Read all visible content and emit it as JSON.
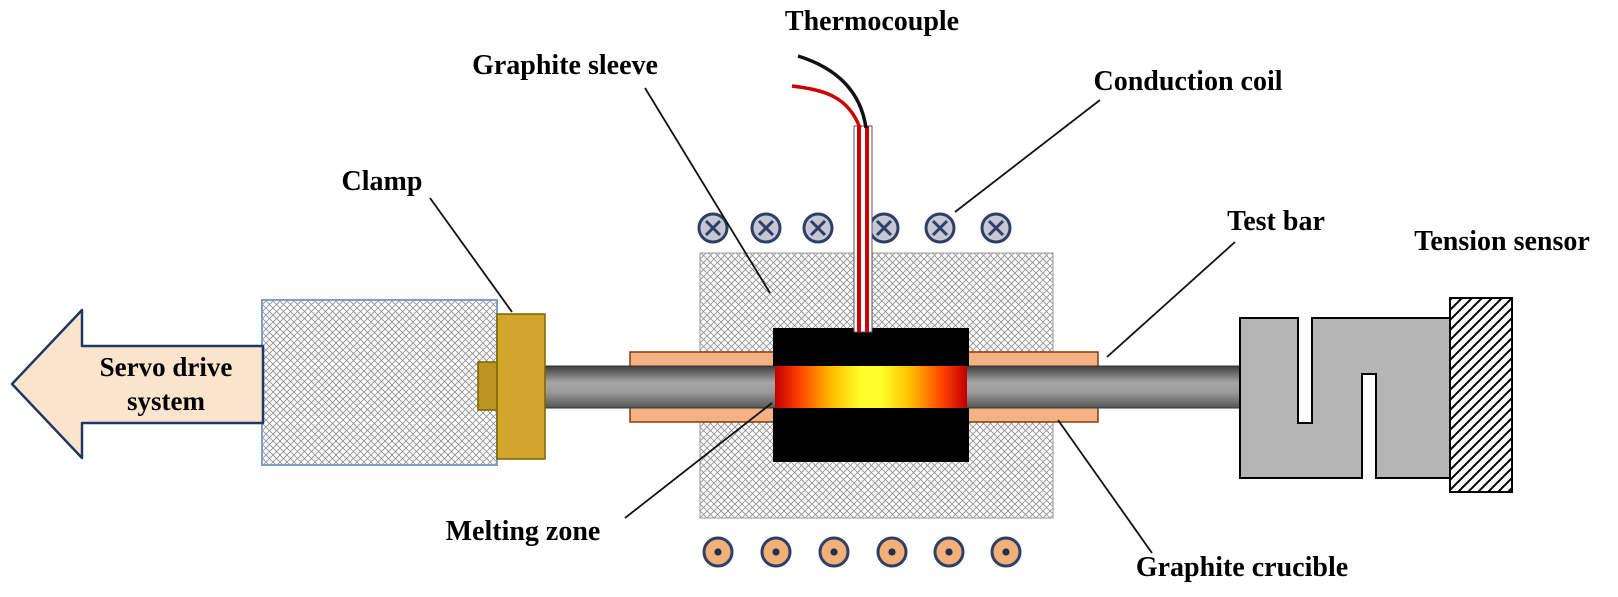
{
  "labels": {
    "thermocouple": "Thermocouple",
    "graphite_sleeve": "Graphite sleeve",
    "conduction_coil": "Conduction coil",
    "clamp": "Clamp",
    "test_bar": "Test bar",
    "tension_sensor": "Tension sensor",
    "melting_zone": "Melting zone",
    "graphite_crucible": "Graphite crucible",
    "servo_line1": "Servo drive",
    "servo_line2": "system"
  },
  "colors": {
    "arrow_fill": "#fbe4cd",
    "arrow_stroke": "#1f3864",
    "clamp_fill": "#d2a62a",
    "clamp_tab_fill": "#bd9423",
    "crucible_fill": "#f4b183",
    "crucible_stroke": "#843c0c",
    "coil_in_fill": "#c6c6d4",
    "coil_out_fill": "#f0b078",
    "coil_stroke": "#2e3f66",
    "sensor_fill": "#b5b5b5",
    "bar_dark": "#474747",
    "bar_light": "#a6a6a6",
    "melt_center": "#ffff2e",
    "melt_edge": "#c00000"
  }
}
